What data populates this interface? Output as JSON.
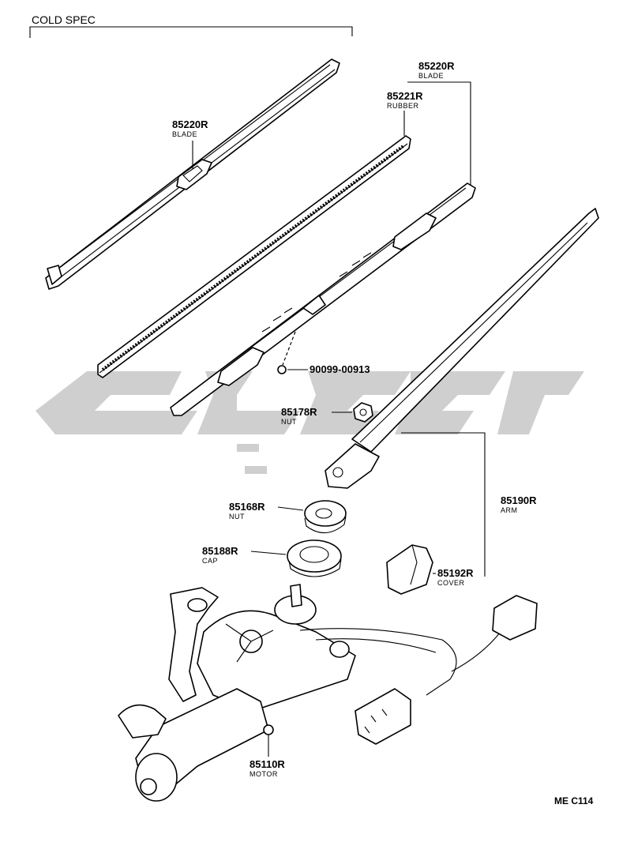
{
  "header": {
    "title": "COLD SPEC"
  },
  "parts": {
    "blade_left": {
      "number": "85220R",
      "name": "BLADE"
    },
    "blade_right": {
      "number": "85220R",
      "name": "BLADE"
    },
    "rubber": {
      "number": "85221R",
      "name": "RUBBER"
    },
    "clip": {
      "number": "90099-00913"
    },
    "nut_arm": {
      "number": "85178R",
      "name": "NUT"
    },
    "nut_pivot": {
      "number": "85168R",
      "name": "NUT"
    },
    "cap": {
      "number": "85188R",
      "name": "CAP"
    },
    "arm": {
      "number": "85190R",
      "name": "ARM"
    },
    "cover": {
      "number": "85192R",
      "name": "COVER"
    },
    "motor": {
      "number": "85110R",
      "name": "MOTOR"
    }
  },
  "footer": {
    "code": "ME C114"
  }
}
